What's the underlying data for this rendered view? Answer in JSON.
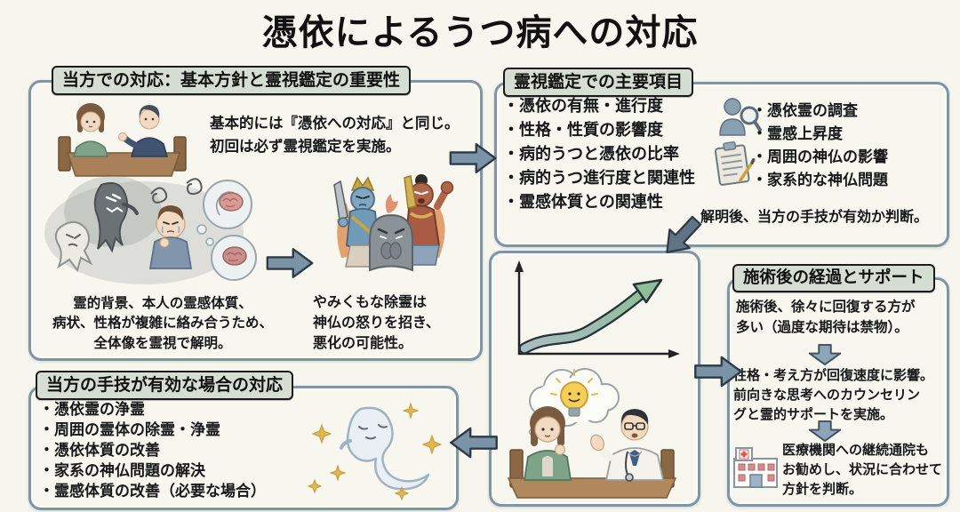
{
  "title": "憑依によるうつ病への対応",
  "colors": {
    "background": "#f6f6ee",
    "box_border": "#7e95a8",
    "tag_bg": "#d6ddd2",
    "arrow_fill": "#7b93a6",
    "arrow_fill_dark": "#5f7585",
    "chart_curve_start": "#a9bcc2",
    "chart_curve_end": "#8fbf97"
  },
  "boxes": {
    "approach": {
      "header": "当方での対応：基本方針と霊視鑑定の重要性",
      "intro": [
        "基本的には『憑依への対応』と同じ。",
        "初回は必ず霊視鑑定を実施。"
      ],
      "complexity": [
        "霊的背景、本人の霊感体質、",
        "病状、性格が複雑に絡み合うため、",
        "全体像を霊視で解明。"
      ],
      "warning": [
        "やみくもな除霊は",
        "神仏の怒りを招き、",
        "悪化の可能性。"
      ]
    },
    "inspection": {
      "header": "霊視鑑定での主要項目",
      "items_left": [
        "・憑依の有無・進行度",
        "・性格・性質の影響度",
        "・病的うつと憑依の比率",
        "・病的うつ進行度と関連性",
        "・霊感体質との関連性"
      ],
      "items_right": [
        "・憑依霊の調査",
        "・霊感上昇度",
        "・周囲の神仏の影響",
        "・家系的な神仏問題"
      ],
      "footer": "解明後、当方の手技が有効か判断。"
    },
    "aftercare": {
      "header": "施術後の経過とサポート",
      "p1": [
        "施術後、徐々に回復する方が",
        "多い（過度な期待は禁物）。"
      ],
      "p2": [
        "性格・考え方が回復速度に影響。",
        "前向きな思考へのカウンセリン",
        "グと霊的サポートを実施。"
      ],
      "p3": [
        "医療機関への継続通院も",
        "お勧めし、状況に合わせて",
        "方針を判断。"
      ]
    },
    "treatment": {
      "header": "当方の手技が有効な場合の対応",
      "items": [
        "・憑依霊の浄霊",
        "・周囲の霊体の除霊・浄霊",
        "・憑依体質の改善",
        "・家系の神仏問題の解決",
        "・霊感体質の改善（必要な場合）"
      ]
    }
  },
  "icons": {
    "investigator": "person-with-magnifier",
    "clipboard": "clipboard-with-pen",
    "hospital": "hospital-building",
    "recovery_chart": "rising-curve-graph",
    "idea_bubble": "lightbulb-thought-bubble",
    "sparkle_ghost": "purified-ghost"
  }
}
